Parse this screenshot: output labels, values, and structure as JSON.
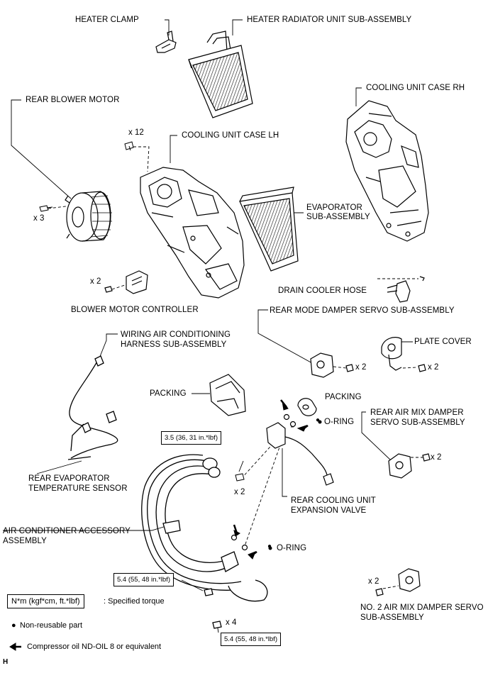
{
  "labels": {
    "heater_clamp": "HEATER CLAMP",
    "heater_radiator": "HEATER RADIATOR UNIT SUB-ASSEMBLY",
    "cooling_case_rh": "COOLING UNIT CASE RH",
    "rear_blower_motor": "REAR BLOWER MOTOR",
    "cooling_case_lh": "COOLING UNIT CASE LH",
    "evaporator_l1": "EVAPORATOR",
    "evaporator_l2": "SUB-ASSEMBLY",
    "drain_cooler_hose": "DRAIN COOLER HOSE",
    "blower_motor_controller": "BLOWER MOTOR CONTROLLER",
    "rear_mode_damper": "REAR MODE DAMPER SERVO SUB-ASSEMBLY",
    "wiring_l1": "WIRING AIR CONDITIONING",
    "wiring_l2": "HARNESS SUB-ASSEMBLY",
    "plate_cover": "PLATE COVER",
    "packing_left": "PACKING",
    "packing_right": "PACKING",
    "o_ring_upper": "O-RING",
    "rear_air_mix_l1": "REAR AIR MIX DAMPER",
    "rear_air_mix_l2": "SERVO SUB-ASSEMBLY",
    "rear_evap_sensor_l1": "REAR EVAPORATOR",
    "rear_evap_sensor_l2": "TEMPERATURE SENSOR",
    "rear_cooling_valve_l1": "REAR COOLING UNIT",
    "rear_cooling_valve_l2": "EXPANSION VALVE",
    "ac_accessory_l1": "AIR CONDITIONER ACCESSORY",
    "ac_accessory_l2": "ASSEMBLY",
    "o_ring_lower": "O-RING",
    "no2_air_mix_l1": "NO. 2 AIR MIX DAMPER SERVO",
    "no2_air_mix_l2": "SUB-ASSEMBLY"
  },
  "quantities": {
    "cooling_lh_bolts": "x 12",
    "blower_motor_screws": "x 3",
    "controller_screws": "x 2",
    "mode_damper_screws": "x 2",
    "plate_cover_screws": "x 2",
    "air_mix_screws": "x 2",
    "valve_bolts": "x 2",
    "no2_air_mix_screws": "x 2",
    "accessory_bolts": "x 4"
  },
  "torques": {
    "valve": "3.5 (36, 31 in.*lbf)",
    "accessory_upper": "5.4 (55, 48 in.*lbf)",
    "accessory_lower": "5.4 (55, 48 in.*lbf)"
  },
  "legend": {
    "torque_unit": "N*m (kgf*cm, ft.*lbf)",
    "torque_desc": ": Specified torque",
    "non_reusable": "Non-reusable part",
    "non_reusable_symbol": "●",
    "compressor_oil": "Compressor oil ND-OIL 8 or equivalent",
    "compressor_oil_symbol": "◀"
  },
  "figure_code": "H"
}
